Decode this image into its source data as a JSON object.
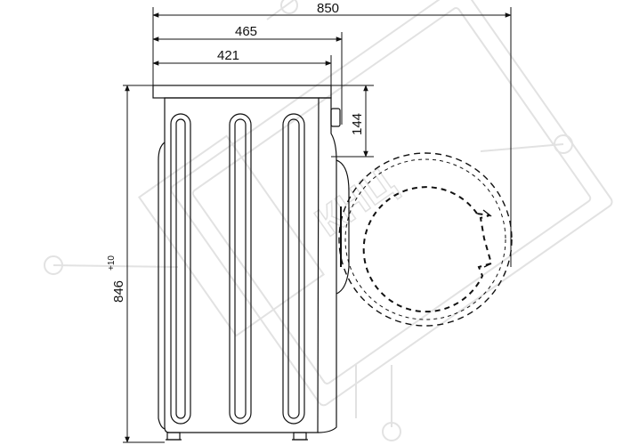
{
  "diagram": {
    "dimensions": {
      "total_depth": "850",
      "depth_with_door": "465",
      "body_depth": "421",
      "door_protrusion": "144",
      "height": "846",
      "height_tolerance": "+10"
    },
    "watermark_text": "КНЦ",
    "colors": {
      "line": "#111111",
      "watermark": "#e0e0e0",
      "background": "#ffffff"
    }
  }
}
